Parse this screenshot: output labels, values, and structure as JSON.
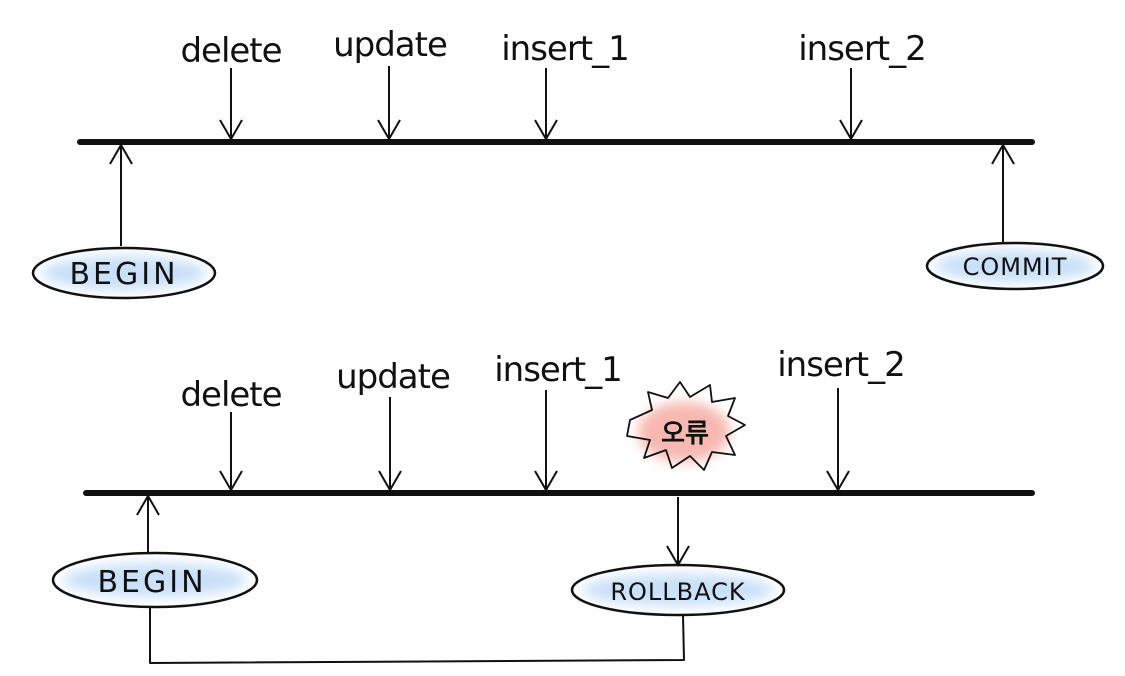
{
  "commit_flow": {
    "operations": [
      "delete",
      "update",
      "insert_1",
      "insert_2"
    ],
    "start_label": "BEGIN",
    "end_label": "COMMIT"
  },
  "rollback_flow": {
    "operations": [
      "delete",
      "update",
      "insert_1",
      "insert_2"
    ],
    "error_label": "오류",
    "start_label": "BEGIN",
    "end_label": "ROLLBACK"
  },
  "colors": {
    "ink": "#111111",
    "pill_fill": "#d6e8fb",
    "error_fill": "#f8c9c4"
  }
}
